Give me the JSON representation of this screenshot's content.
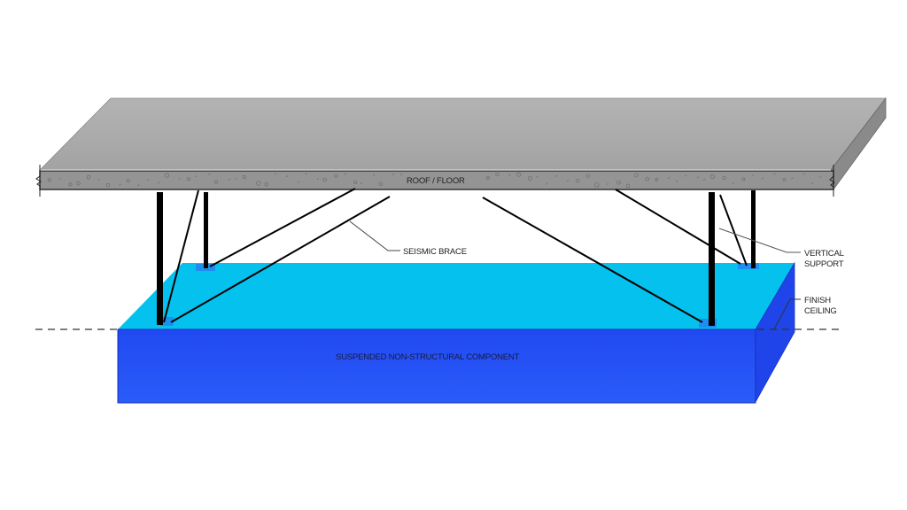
{
  "diagram": {
    "title": "Suspended non-structural component seismic bracing",
    "labels": {
      "roof_floor": "ROOF / FLOOR",
      "seismic_brace": "SEISMIC BRACE",
      "vertical_support_line1": "VERTICAL",
      "vertical_support_line2": "SUPPORT",
      "finish_ceiling_line1": "FINISH",
      "finish_ceiling_line2": "CEILING",
      "component": "SUSPENDED NON-STRUCTURAL COMPONENT"
    },
    "colors": {
      "slab_top": "#a9a9a9",
      "slab_edge": "#8f8f8f",
      "slab_side": "#7d7d7d",
      "component_top": "#05c1ee",
      "component_front": "#2453f5",
      "component_side": "#1c3fe8",
      "anchor_plate": "#1e8ff0",
      "support": "#000000",
      "leader": "#444444"
    }
  }
}
